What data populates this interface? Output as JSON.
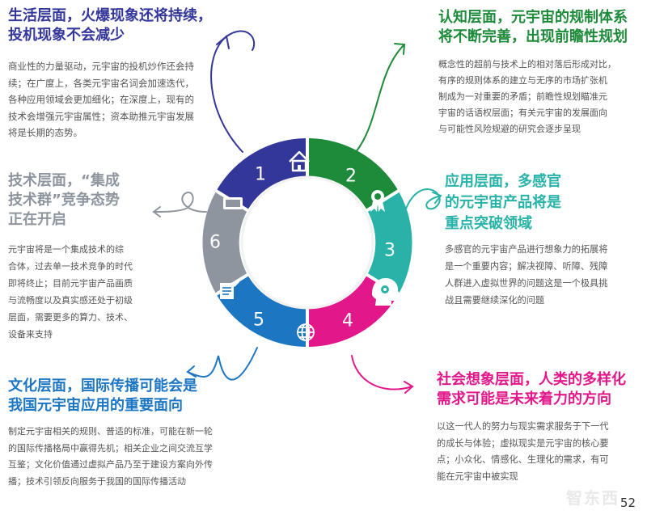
{
  "colors": {
    "seg1": "#34379a",
    "seg2": "#1e8b3a",
    "seg3": "#29b3a8",
    "seg4": "#e2188a",
    "seg5": "#1d76c2",
    "seg6": "#8e959e",
    "inner_ring": "#f2f2f2"
  },
  "segments": [
    {
      "number": "1",
      "icon": "home-icon"
    },
    {
      "number": "2",
      "icon": "award-medal-icon"
    },
    {
      "number": "3",
      "icon": "head-gear-icon"
    },
    {
      "number": "4",
      "icon": "globe-icon"
    },
    {
      "number": "5",
      "icon": "document-edit-icon"
    },
    {
      "number": "6",
      "icon": "ssd-drive-icon"
    }
  ],
  "blocks": {
    "b1": {
      "title_lines": [
        "生活层面，火爆现象还将持续，",
        "投机现象不会减少"
      ],
      "body_lines": [
        "商业性的力量驱动，元宇宙的投机炒作还会持",
        "续；在广度上，各类元宇宙名词会加速迭代，",
        "各种应用领域会更加细化；在深度上，现有的",
        "技术会增强元宇宙属性；资本助推元宇宙发展",
        "将是长期的态势。"
      ]
    },
    "b2": {
      "title_lines": [
        "认知层面，元宇宙的规制体系",
        "将不断完善，出现前瞻性规划"
      ],
      "body_lines": [
        "概念性的超前与技术上的相对落后形成对比，",
        "有序的规则体系的建立与无序的市场扩张机",
        "制成为一对重要的矛盾；前瞻性规划瞄准元",
        "宇宙的话语权层面；有关元宇宙的发展面向",
        "与可能性风险规避的研究会逐步呈现"
      ]
    },
    "b3": {
      "title_lines": [
        "应用层面，多感官",
        "的元宇宙产品将是",
        "重点突破领域"
      ],
      "body_lines": [
        "多感官的元宇宙产品进行想象力的拓展将",
        "是一个重要内容；解决视障、听障、残障",
        "人群进入虚拟世界的问题这是一个极具挑",
        "战且需要继续深化的问题"
      ]
    },
    "b4": {
      "title_lines": [
        "社会想象层面，人类的多样化",
        "需求可能是未来着力的方向"
      ],
      "body_lines": [
        "以这一代人的努力与现实需求服务于下一代",
        "的成长与体验；虚拟现实是元宇宙的核心要",
        "点；小众化、情感化、生理化的需求，有可",
        "能在元宇宙中被实现"
      ]
    },
    "b5": {
      "title_lines": [
        "文化层面，国际传播可能会是",
        "我国元宇宙应用的重要面向"
      ],
      "body_lines": [
        "制定元宇宙相关的规则、普适的标准，可能在新一轮",
        "的国际传播格局中赢得先机；相关企业之间交流互学",
        "互鉴；文化价值通过虚拟产品乃至于建设方案向外传",
        "播；技术引领反向服务于我国的国际传播活动"
      ]
    },
    "b6": {
      "title_lines": [
        "技术层面，“集成",
        "技术群”竞争态势",
        "正在开启"
      ],
      "body_lines": [
        "元宇宙将是一个集成技术的综",
        "合体，过去单一技术竞争的时代",
        "即将终止；目前元宇宙产品画质",
        "与流畅度以及真实感还处于初级",
        "层面，需要更多的算力、技术、",
        "设备来支持"
      ]
    }
  },
  "page_number": "52",
  "watermark": "智东西"
}
